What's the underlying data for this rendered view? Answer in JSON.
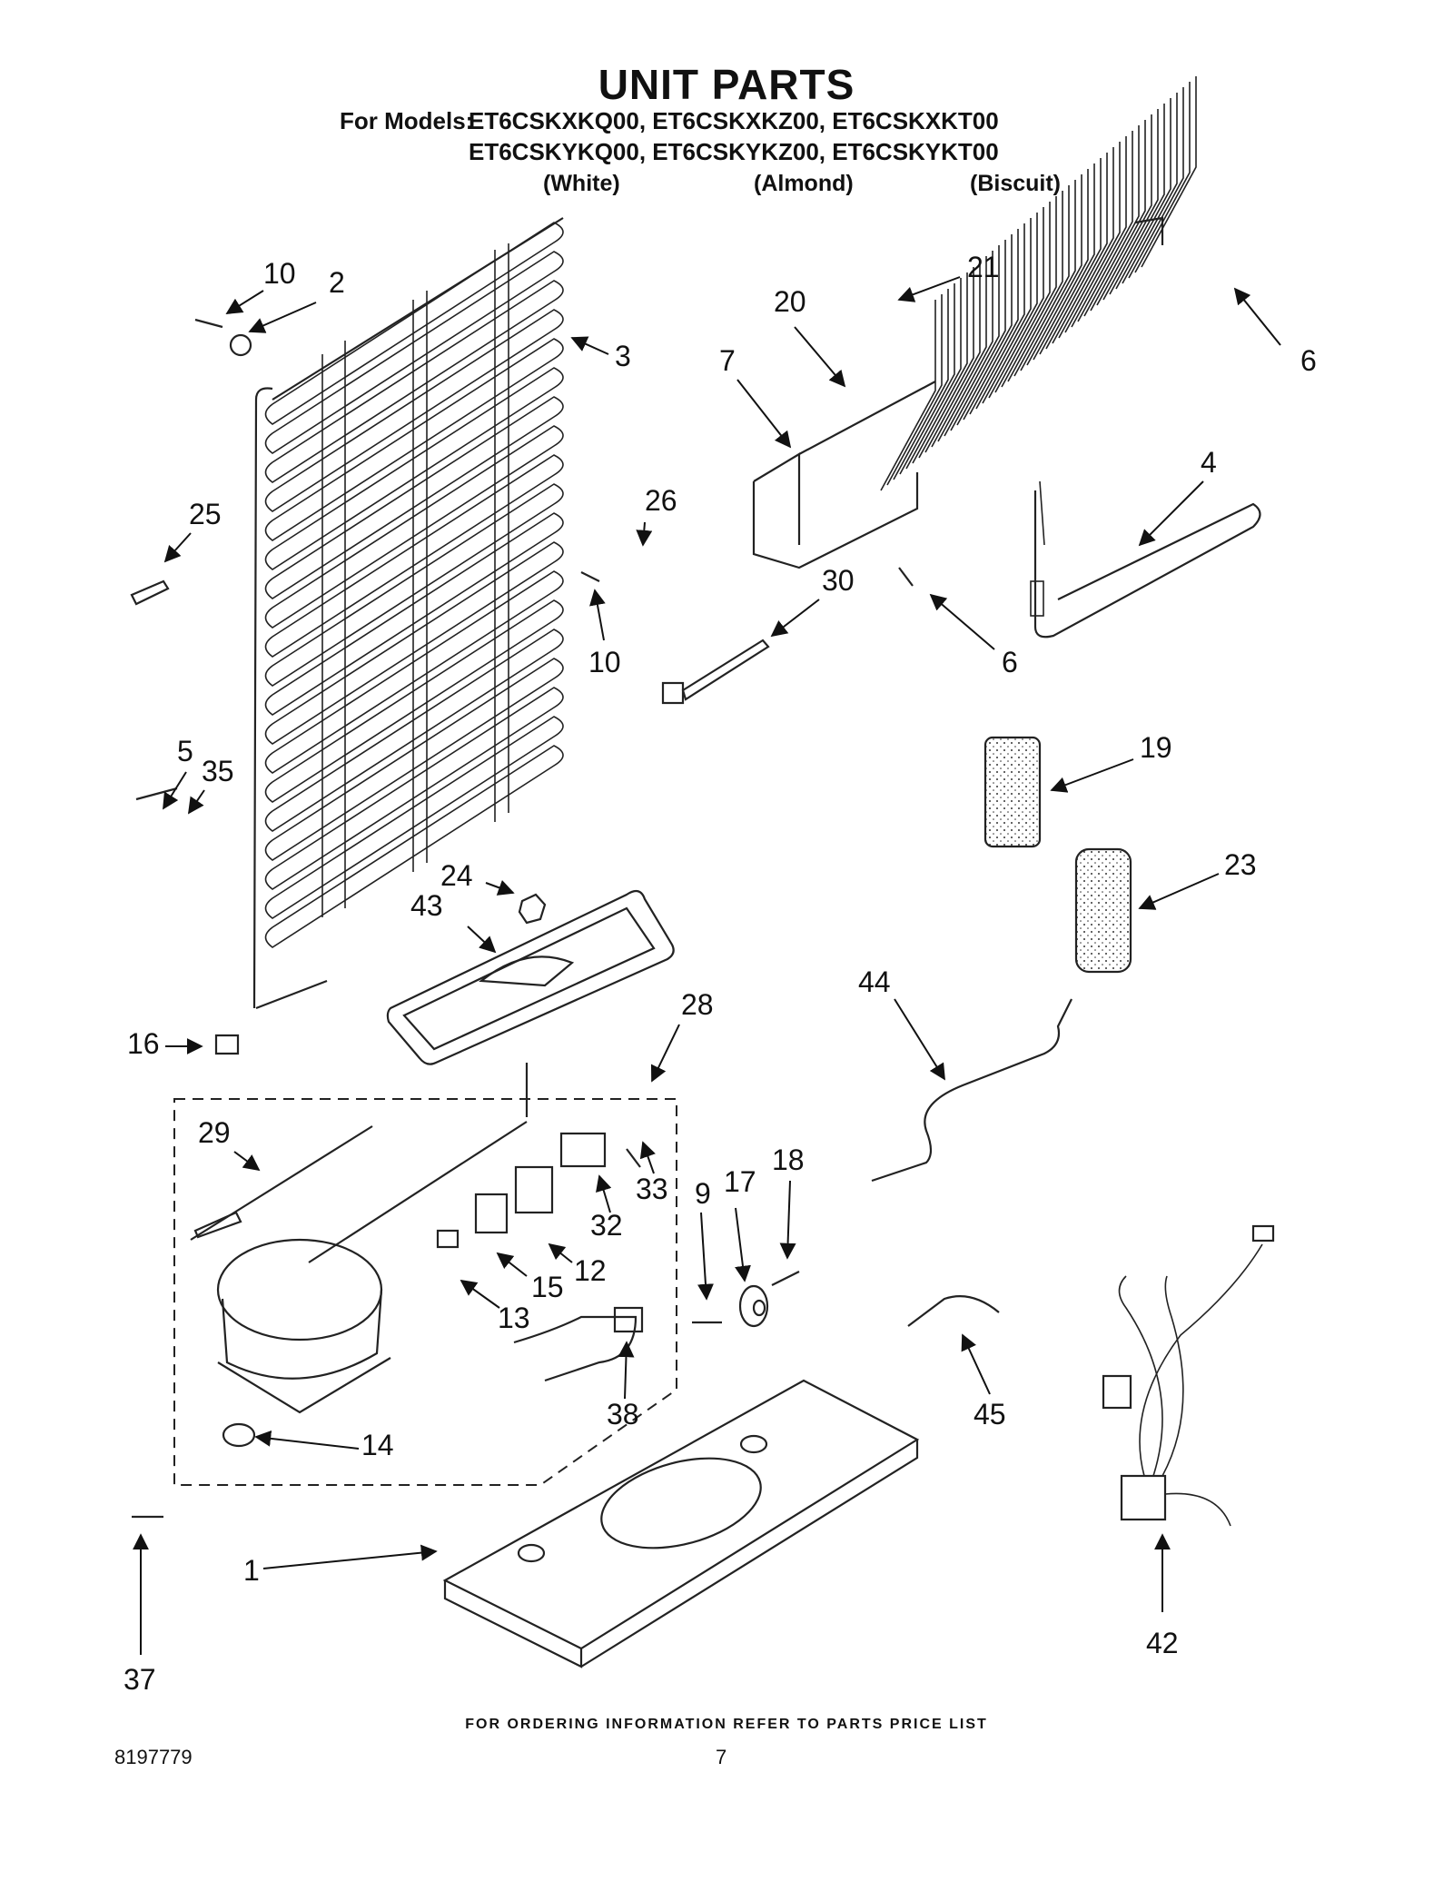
{
  "header": {
    "title": "UNIT PARTS",
    "models_label": "For Models:",
    "models_row1": "ET6CSKXKQ00, ET6CSKXKZ00, ET6CSKXKT00",
    "models_row2": "ET6CSKYKQ00, ET6CSKYKZ00, ET6CSKYKT00",
    "colors": [
      "(White)",
      "(Almond)",
      "(Biscuit)"
    ]
  },
  "callouts": {
    "c1": "1",
    "c2": "2",
    "c3": "3",
    "c4": "4",
    "c5": "5",
    "c6a": "6",
    "c6b": "6",
    "c7": "7",
    "c9": "9",
    "c10a": "10",
    "c10b": "10",
    "c12": "12",
    "c13": "13",
    "c14": "14",
    "c15": "15",
    "c16": "16",
    "c17": "17",
    "c18": "18",
    "c19": "19",
    "c20": "20",
    "c21": "21",
    "c23": "23",
    "c24": "24",
    "c25": "25",
    "c26": "26",
    "c28": "28",
    "c29": "29",
    "c30": "30",
    "c32": "32",
    "c33": "33",
    "c35": "35",
    "c37": "37",
    "c38": "38",
    "c42": "42",
    "c43": "43",
    "c44": "44",
    "c45": "45"
  },
  "footer": {
    "note": "FOR ORDERING INFORMATION REFER TO PARTS PRICE LIST",
    "doc_number": "8197779",
    "page_number": "7"
  }
}
